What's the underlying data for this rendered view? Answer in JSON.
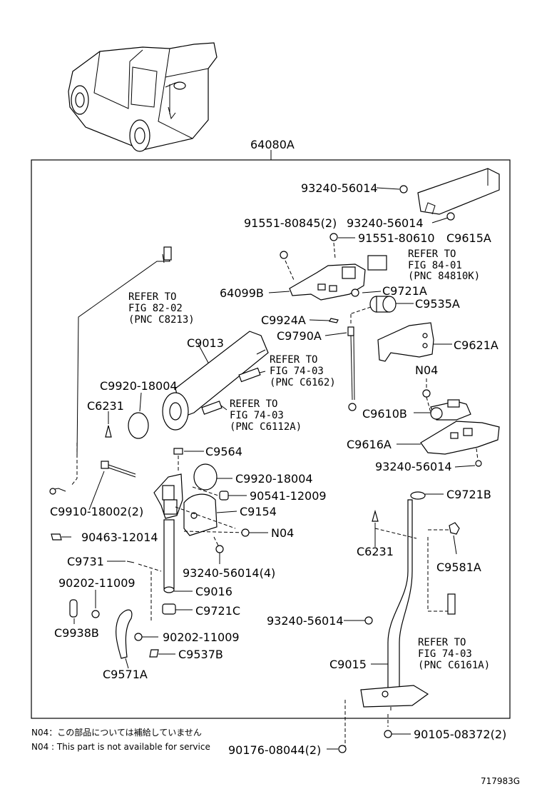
{
  "assembly_number": "64080A",
  "labels": {
    "l1": "93240-56014",
    "l2": "91551-80845(2)",
    "l3": "93240-56014",
    "l4": "C9615A",
    "l5": "91551-80610",
    "l6": "64099B",
    "l7": "C9721A",
    "l8": "C9924A",
    "l9": "C9535A",
    "l10": "C9790A",
    "l11": "C9621A",
    "l12": "C9013",
    "l13": "C9920-18004",
    "l14": "C6231",
    "l15": "N04",
    "l16": "C9610B",
    "l17": "C9616A",
    "l18": "C9564",
    "l19": "93240-56014",
    "l20": "C9920-18004",
    "l21": "C9721B",
    "l22": "90541-12009",
    "l23": "C9910-18002(2)",
    "l24": "C9154",
    "l25": "90463-12014",
    "l26": "N04",
    "l27": "C6231",
    "l28": "C9731",
    "l29": "93240-56014(4)",
    "l30": "C9581A",
    "l31": "90202-11009",
    "l32": "C9016",
    "l33": "C9721C",
    "l34": "C9938B",
    "l35": "93240-56014",
    "l36": "90202-11009",
    "l37": "C9537B",
    "l38": "C9571A",
    "l39": "C9015",
    "l40": "90176-08044(2)",
    "l41": "90105-08372(2)"
  },
  "references": {
    "r1": [
      "REFER TO",
      "FIG 84-01",
      "(PNC 84810K)"
    ],
    "r2": [
      "REFER TO",
      "FIG 82-02",
      "(PNC C8213)"
    ],
    "r3": [
      "REFER TO",
      "FIG 74-03",
      "(PNC C6162)"
    ],
    "r4": [
      "REFER TO",
      "FIG 74-03",
      "(PNC C6112A)"
    ],
    "r5": [
      "REFER TO",
      "FIG 74-03",
      "(PNC C6161A)"
    ]
  },
  "notes": {
    "jp": "N04：この部品については補給していません",
    "en": "N04 : This part is not available for service"
  },
  "figure_id": "717983G"
}
